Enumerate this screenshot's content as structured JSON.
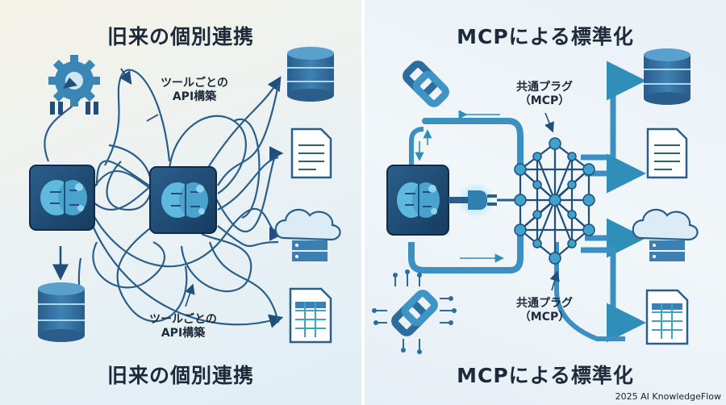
{
  "left": {
    "title_top": "旧来の個別連携",
    "title_bottom": "旧来の個別連携",
    "label_top": {
      "line1": "ツールごとの",
      "line2": "API構築"
    },
    "label_bottom": {
      "line1": "ツールごとの",
      "line2": "API構築"
    }
  },
  "right": {
    "title_top": "MCPによる標準化",
    "title_bottom": "MCPによる標準化",
    "label_top": {
      "line1": "共通プラグ",
      "line2": "（MCP）"
    },
    "label_bottom": {
      "line1": "共通プラグ",
      "line2": "（MCP）"
    }
  },
  "footer": {
    "copyright": "2025 AI KnowledgeFlow"
  },
  "icons": [
    "gear-plug-icon",
    "brain-chip-icon",
    "database-icon",
    "document-icon",
    "cloud-server-icon",
    "spreadsheet-icon",
    "chain-link-icon",
    "power-plug-icon",
    "mesh-network-icon"
  ],
  "colors": {
    "dark_blue": "#1f4f7a",
    "mid_blue": "#2f7fb0",
    "teal": "#3aa6c4",
    "light_blue": "#8cc9e6",
    "text": "#1d2a3a"
  }
}
